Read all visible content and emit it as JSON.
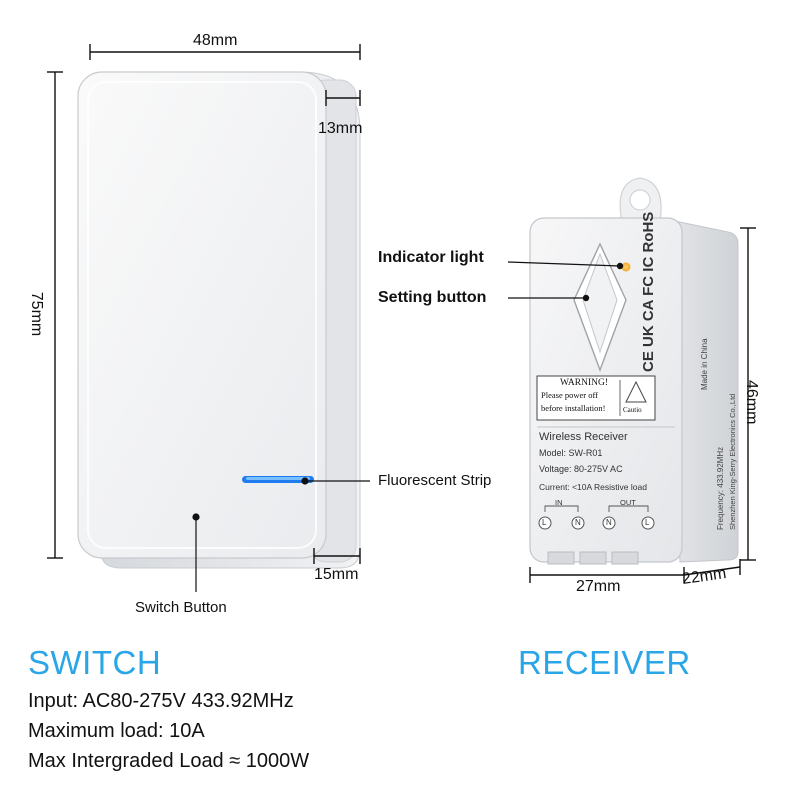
{
  "dimensions": {
    "switch_width": "48mm",
    "switch_depth_top": "13mm",
    "switch_height": "75mm",
    "switch_depth_bottom": "15mm",
    "receiver_width": "27mm",
    "receiver_depth": "22mm",
    "receiver_height": "46mm"
  },
  "callouts": {
    "indicator_light": "Indicator light",
    "setting_button": "Setting button",
    "fluorescent_strip": "Fluorescent Strip",
    "switch_button": "Switch Button"
  },
  "receiver_label": {
    "warning_title": "WARNING!",
    "warning_line1": "Please power off",
    "warning_line2": "before installation!",
    "caution": "Cautio",
    "product": "Wireless Receiver",
    "model": "Model: SW-R01",
    "voltage": "Voltage: 80-275V AC",
    "current": "Current: <10A Resistive load",
    "in_label": "IN",
    "out_label": "OUT",
    "terminals": [
      "L",
      "N",
      "N",
      "L"
    ],
    "side_made_in": "Made in China",
    "side_frequency": "Frequency: 433.92MHz",
    "side_company": "Shenzhen King-Serry Electronics Co.,Ltd",
    "side_marks": "CE UK CA FC IC RoHS"
  },
  "headings": {
    "switch": "SWITCH",
    "receiver": "RECEIVER"
  },
  "specs": [
    "Input: AC80-275V 433.92MHz",
    "Maximum load: 10A",
    "Max Intergraded Load ≈ 1000W"
  ],
  "colors": {
    "heading": "#2aa6e8",
    "strip": "#1e7cf0",
    "indicator": "#f5a623"
  }
}
